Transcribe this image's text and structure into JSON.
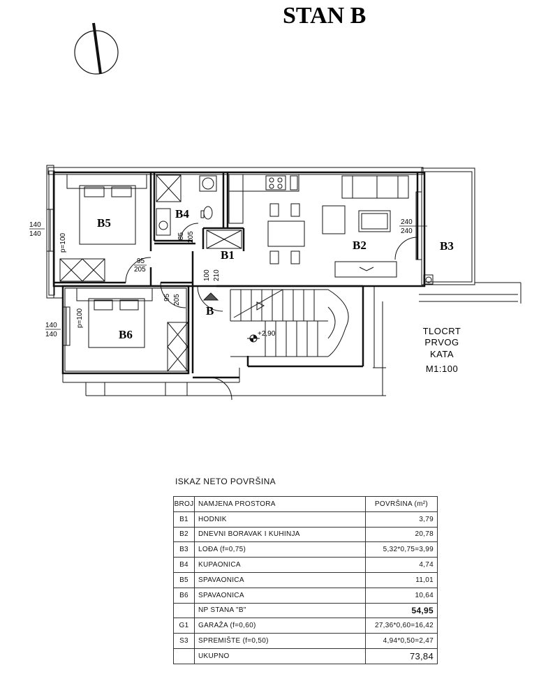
{
  "title": "STAN B",
  "rooms": {
    "b1": "B1",
    "b2": "B2",
    "b3": "B3",
    "b4": "B4",
    "b5": "B5",
    "b6": "B6"
  },
  "entrance_marker": "B",
  "dimensions": {
    "window_left_top_a": "140",
    "window_left_top_b": "140",
    "window_left_bottom_a": "140",
    "window_left_bottom_b": "140",
    "parapet_b5": "p=100",
    "parapet_b6": "p=100",
    "door_b5_a": "95",
    "door_b5_b": "205",
    "door_b6_a": "95",
    "door_b6_b": "205",
    "door_b4_a": "85",
    "door_b4_b": "205",
    "door_entry_a": "100",
    "door_entry_b": "210",
    "door_b3_a": "240",
    "door_b3_b": "240",
    "level": "+2,90"
  },
  "plan_note": [
    "TLOCRT",
    "PRVOG",
    "KATA",
    "M1:100"
  ],
  "table": {
    "caption": "ISKAZ NETO POVRŠINA",
    "headers": [
      "BROJ",
      "NAMJENA PROSTORA",
      "POVRŠINA (m²)"
    ],
    "rows": [
      {
        "broj": "B1",
        "namjena": "HODNIK",
        "povrsina": "3,79"
      },
      {
        "broj": "B2",
        "namjena": "DNEVNI BORAVAK I KUHINJA",
        "povrsina": "20,78"
      },
      {
        "broj": "B3",
        "namjena": "LOĐA (f=0,75)",
        "povrsina": "5,32*0,75=3,99"
      },
      {
        "broj": "B4",
        "namjena": "KUPAONICA",
        "povrsina": "4,74"
      },
      {
        "broj": "B5",
        "namjena": "SPAVAONICA",
        "povrsina": "11,01"
      },
      {
        "broj": "B6",
        "namjena": "SPAVAONICA",
        "povrsina": "10,64"
      }
    ],
    "subtotal": {
      "broj": "",
      "namjena": "NP STANA \"B\"",
      "povrsina": "54,95"
    },
    "extra_rows": [
      {
        "broj": "G1",
        "namjena": "GARAŽA (f=0,60)",
        "povrsina": "27,36*0,60=16,42"
      },
      {
        "broj": "S3",
        "namjena": "SPREMIŠTE (f=0,50)",
        "povrsina": "4,94*0,50=2,47"
      }
    ],
    "total": {
      "broj": "",
      "namjena": "UKUPNO",
      "povrsina": "73,84"
    }
  }
}
